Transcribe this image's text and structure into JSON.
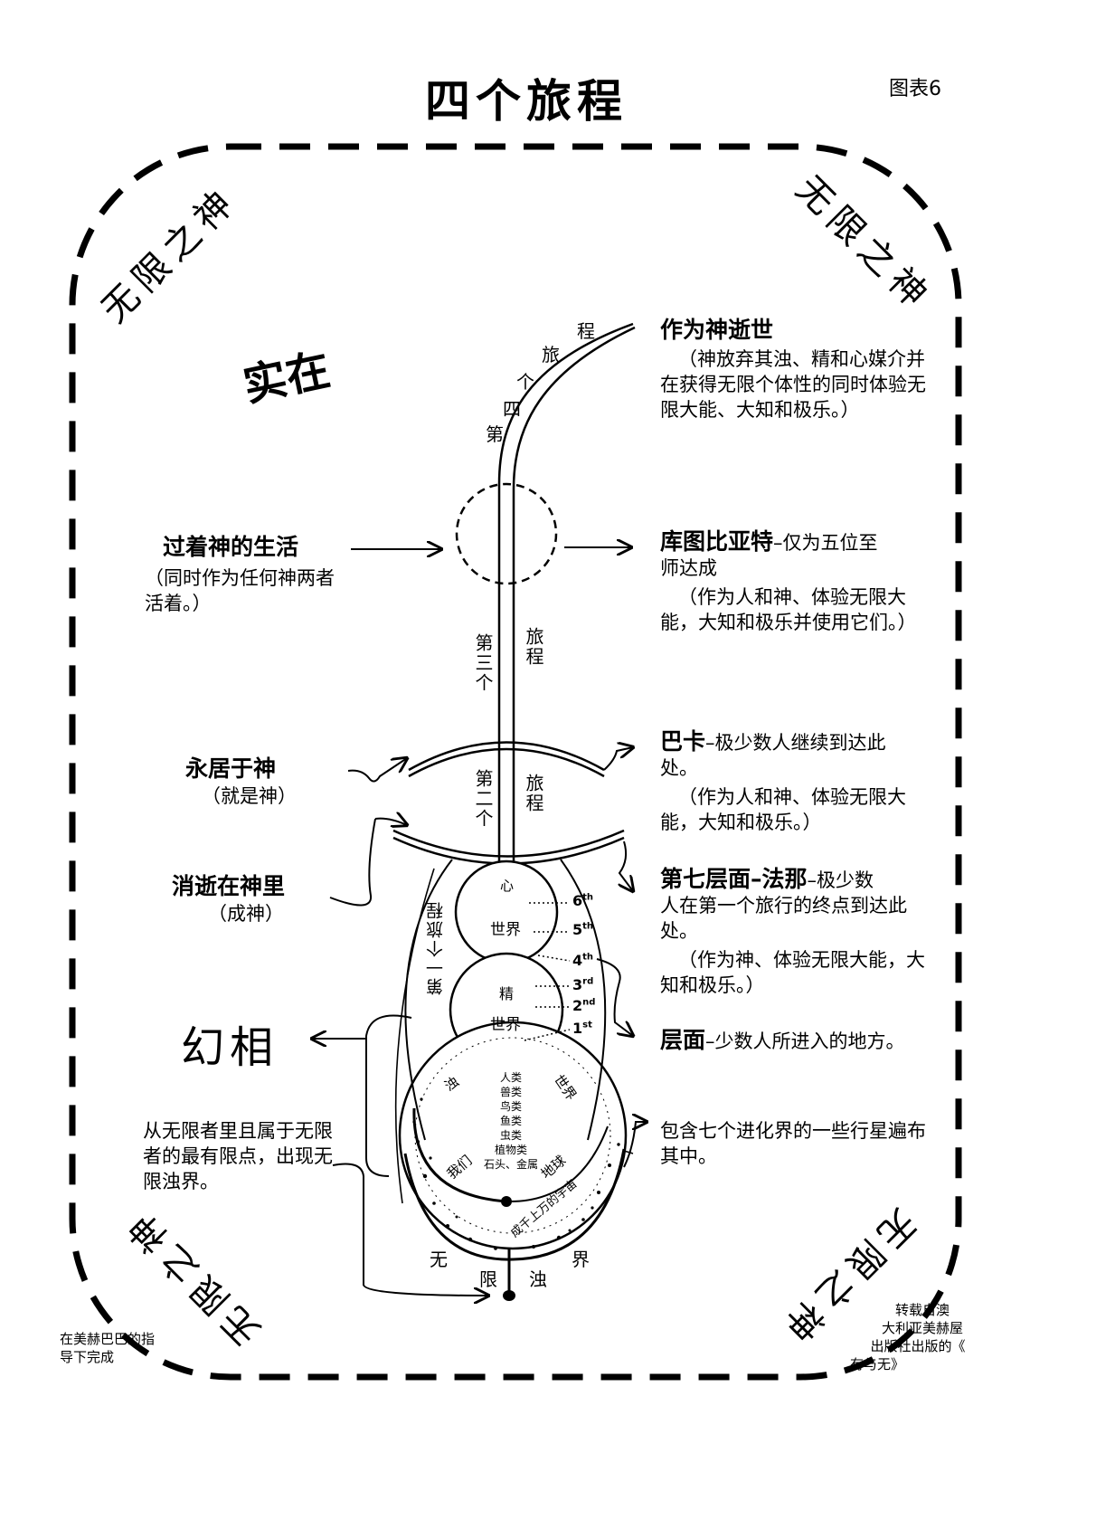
{
  "title": "四个旅程",
  "chart_no": "图表6",
  "corners": {
    "top_left": "无限之神",
    "top_right": "无限之神",
    "bottom_left": "无限之神",
    "bottom_right": "无限之神"
  },
  "reality": "实在",
  "illusion": "幻相",
  "journey_chars": [
    "第",
    "四",
    "个",
    "旅",
    "程"
  ],
  "third_journey": {
    "left": "第三个",
    "right": "旅程"
  },
  "second_journey": {
    "left": "第二个",
    "right": "旅程"
  },
  "first_journey": "第一个旅程",
  "right": {
    "r1": {
      "head": "作为神逝世",
      "body": "（神放弃其浊、精和心媒介并在获得无限个体性的同时体验无限大能、大知和极乐。）"
    },
    "r2": {
      "head": "库图比亚特",
      "tail": "–仅为五位至",
      "line2": "师达成",
      "body": "（作为人和神、体验无限大能，大知和极乐并使用它们。）"
    },
    "r3": {
      "head": "巴卡",
      "tail": "–极少数人继续到达此",
      "line2": "处。",
      "body": "（作为人和神、体验无限大能，大知和极乐。）"
    },
    "r4": {
      "head": "第七层面–法那",
      "tail": "–极少数",
      "line2": "人在第一个旅行的终点到达此处。",
      "body": "（作为神、体验无限大能，大知和极乐。）"
    },
    "r5": {
      "head": "层面",
      "tail": "–少数人所进入的地方。"
    },
    "r6": {
      "body": "包含七个进化界的一些行星遍布其中。"
    }
  },
  "left": {
    "l1": {
      "head": "过着神的生活",
      "body": "（同时作为任何神两者活着。）"
    },
    "l2": {
      "head": "永居于神",
      "body": "（就是神）"
    },
    "l3": {
      "head": "消逝在神里",
      "body": "（成神）"
    },
    "l4": {
      "body": "从无限者里且属于无限者的最有限点，出现无限浊界。"
    }
  },
  "spheres": {
    "mental": {
      "top": "心",
      "bottom": "世界"
    },
    "subtle": {
      "top": "精",
      "bottom": "世界"
    },
    "gross_left": "浊",
    "gross_right": "世界",
    "kingdoms": [
      "人类",
      "兽类",
      "鸟类",
      "鱼类",
      "虫类",
      "植物类",
      "石头、金属"
    ],
    "we": "我们",
    "earth": "地球",
    "universes": "成千上万的宇宙",
    "infinite_gross": [
      "无",
      "限",
      "浊",
      "界"
    ]
  },
  "planes": {
    "p6": {
      "n": "6",
      "sup": "th"
    },
    "p5": {
      "n": "5",
      "sup": "th"
    },
    "p4": {
      "n": "4",
      "sup": "th"
    },
    "p3": {
      "n": "3",
      "sup": "rd"
    },
    "p2": {
      "n": "2",
      "sup": "nd"
    },
    "p1": {
      "n": "1",
      "sup": "st"
    }
  },
  "footer": {
    "left": "在美赫巴巴的指导下完成",
    "right": [
      "转载自澳",
      "大利亚美赫屋",
      "出版社出版的《",
      "有与无》"
    ]
  }
}
